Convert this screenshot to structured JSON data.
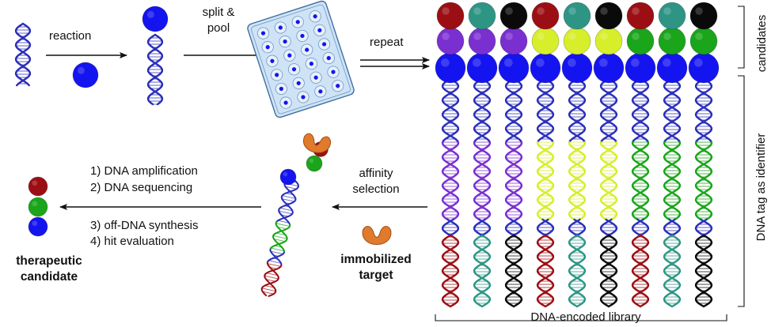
{
  "labels": {
    "reaction": "reaction",
    "split_pool_1": "split &",
    "split_pool_2": "pool",
    "repeat": "repeat",
    "candidates": "candidates",
    "dna_tag": "DNA tag as identifier",
    "library": "DNA-encoded library",
    "affinity_1": "affinity",
    "affinity_2": "selection",
    "target_1": "immobilized",
    "target_2": "target",
    "step1": "1) DNA amplification",
    "step2": "2) DNA sequencing",
    "step3": "3) off-DNA synthesis",
    "step4": "4) hit evaluation",
    "therapeutic_1": "therapeutic",
    "therapeutic_2": "candidate"
  },
  "colors": {
    "dna_blue": "#2b2fb8",
    "ball_blue": "#1414f0",
    "red": "#9b0f14",
    "teal": "#2e9585",
    "black": "#0a0a0a",
    "purple": "#7a2fd0",
    "yellow": "#d7ee2a",
    "green": "#1aa51a",
    "orange": "#e07a2c",
    "plate": "#cfe3f7"
  },
  "library": {
    "top_row": [
      "red",
      "teal",
      "black",
      "red",
      "teal",
      "black",
      "red",
      "teal",
      "black"
    ],
    "middle_row": [
      "purple",
      "purple",
      "purple",
      "yellow",
      "yellow",
      "yellow",
      "green",
      "green",
      "green"
    ],
    "bottom_row": [
      "ball_blue",
      "ball_blue",
      "ball_blue",
      "ball_blue",
      "ball_blue",
      "ball_blue",
      "ball_blue",
      "ball_blue",
      "ball_blue"
    ]
  }
}
